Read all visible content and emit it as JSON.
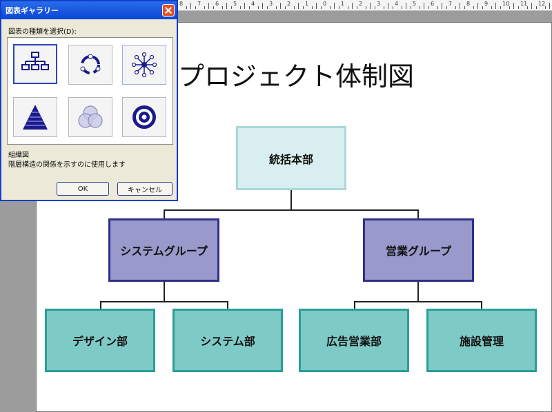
{
  "ruler": {
    "labels": [
      "8",
      "7",
      "6",
      "5",
      "4",
      "3",
      "2",
      "1",
      "0",
      "1",
      "2",
      "3",
      "4",
      "5",
      "6",
      "7",
      "8",
      "9",
      "10",
      "11",
      "12"
    ]
  },
  "slide": {
    "title": "プロジェクト体制図",
    "org": {
      "root": "統括本部",
      "groups": [
        {
          "label": "システムグループ",
          "children": [
            "デザイン部",
            "システム部"
          ]
        },
        {
          "label": "営業グループ",
          "children": [
            "広告営業部",
            "施設管理"
          ]
        }
      ]
    }
  },
  "dialog": {
    "title": "図表ギャラリー",
    "prompt": "図表の種類を選択(D):",
    "diagram_types": [
      {
        "icon": "org-chart-icon",
        "selected": true
      },
      {
        "icon": "cycle-diagram-icon",
        "selected": false
      },
      {
        "icon": "radial-diagram-icon",
        "selected": false
      },
      {
        "icon": "pyramid-diagram-icon",
        "selected": false
      },
      {
        "icon": "venn-diagram-icon",
        "selected": false
      },
      {
        "icon": "target-diagram-icon",
        "selected": false
      }
    ],
    "selected_name": "組織図",
    "selected_description": "階層構造の関係を示すのに使用します",
    "ok_label": "OK",
    "cancel_label": "キャンセル"
  },
  "colors": {
    "top_box_fill": "#d9eef0",
    "group_box_fill": "#9999cc",
    "group_box_border": "#2f2f8a",
    "dept_box_fill": "#7ecac6",
    "dept_box_border": "#2a9e98",
    "dialog_titlebar": "#0b46d6",
    "icon_navy": "#1a1a8a"
  }
}
